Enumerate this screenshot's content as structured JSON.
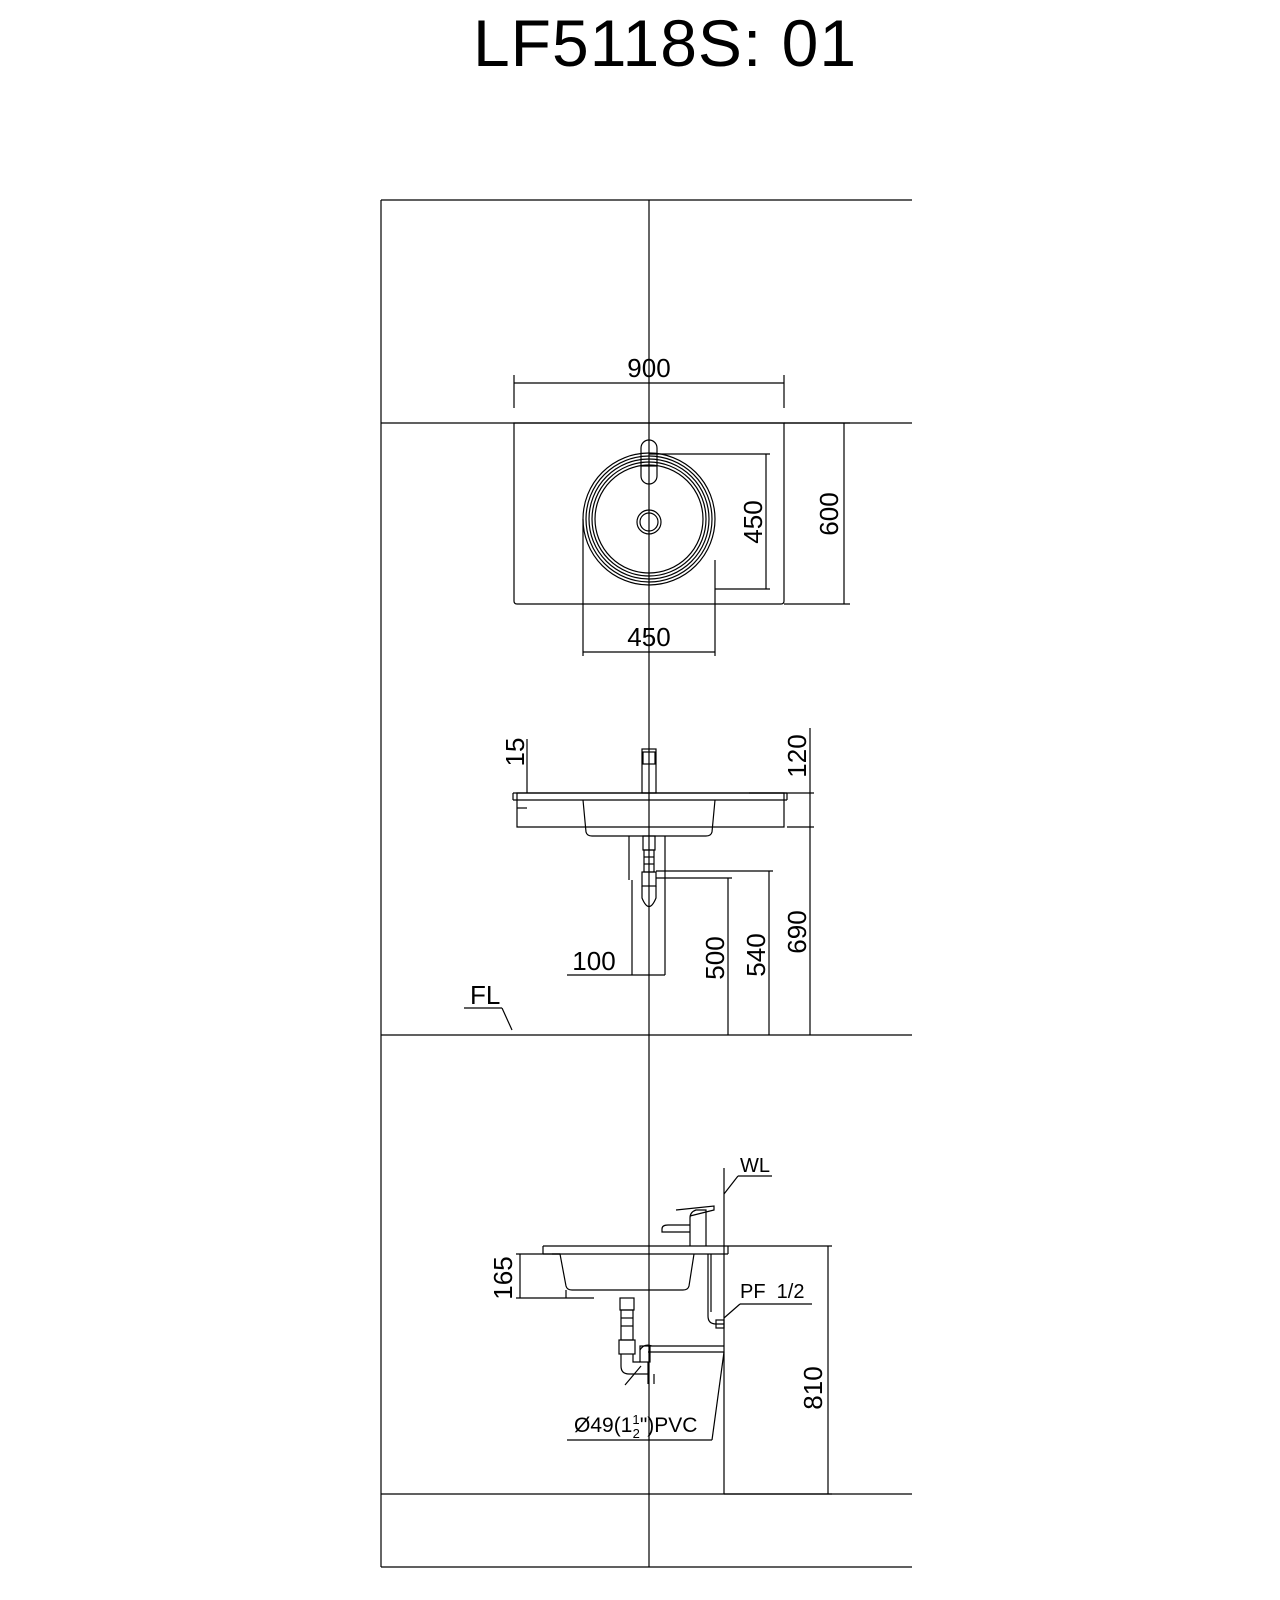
{
  "title": "LF5118S: 01",
  "dimensions": {
    "top_width": "900",
    "top_depth": "600",
    "bowl_diameter_x": "450",
    "bowl_diameter_y": "450",
    "faucet_offset": "15",
    "faucet_height": "120",
    "drain_offset": "100",
    "drain_height": "500",
    "supply_height": "540",
    "top_height": "690",
    "side_bowl_depth": "165",
    "side_total_height": "810"
  },
  "labels": {
    "floor_line": "FL",
    "wall_line": "WL",
    "supply_fitting": "PF  1/2",
    "drain_pipe_prefix": "Ø49(1",
    "drain_pipe_frac_num": "1",
    "drain_pipe_frac_den": "2",
    "drain_pipe_suffix": "\")PVC"
  }
}
